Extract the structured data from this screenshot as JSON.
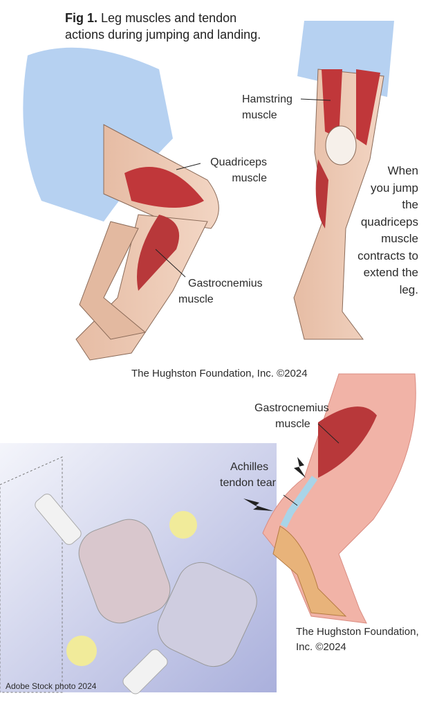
{
  "caption": {
    "fig": "Fig 1.",
    "line1": "Leg muscles and tendon",
    "line2": "actions during jumping and landing."
  },
  "labels": {
    "hamstring": [
      "Hamstring",
      "muscle"
    ],
    "quadriceps": [
      "Quadriceps",
      "muscle"
    ],
    "gastrocnemius_top": [
      "Gastrocnemius",
      "muscle"
    ],
    "gastrocnemius_bottom": [
      "Gastrocnemius",
      "muscle"
    ],
    "achilles": [
      "Achilles",
      "tendon tear"
    ]
  },
  "note": [
    "When",
    "you jump",
    "the",
    "quadriceps",
    "muscle",
    "contracts to",
    "extend the",
    "leg."
  ],
  "credits": {
    "top": "The Hughston Foundation, Inc. ©2024",
    "bottom": [
      "The Hughston Foundation,",
      "Inc. ©2024"
    ],
    "photo": "Adobe Stock photo 2024"
  }
}
